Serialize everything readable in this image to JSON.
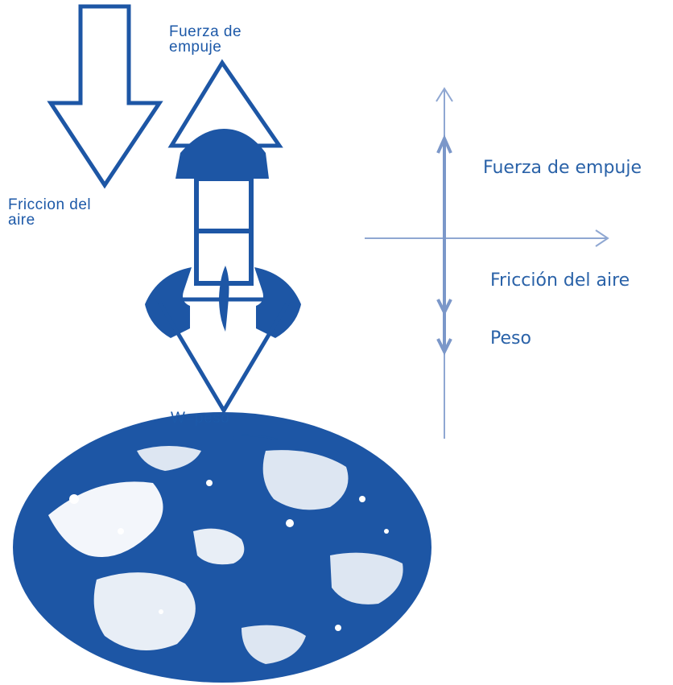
{
  "illustration": {
    "thrust_label": "Fuerza de\nempuje",
    "friction_label": "Friccion del\naire",
    "weight_label": "W=peso",
    "icons": [
      "down-arrow-icon",
      "up-arrow-icon",
      "rocket-icon",
      "earth-globe-icon"
    ]
  },
  "force_diagram": {
    "thrust_label": "Fuerza de empuje",
    "friction_label": "Fricción del aire",
    "weight_label": "Peso"
  },
  "colors": {
    "primary_blue": "#1d56a5",
    "axis_blue": "#8fa7d2",
    "vector_blue": "#7b97c9",
    "text_blue": "#2a62a8"
  }
}
